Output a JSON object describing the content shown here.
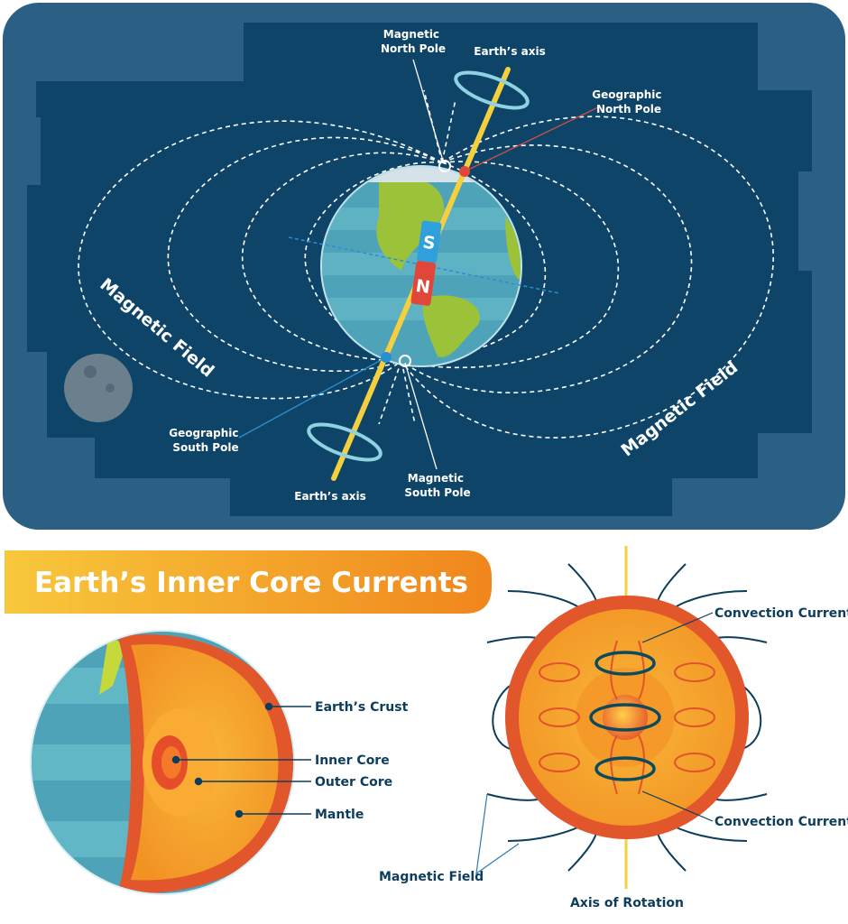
{
  "top_diagram": {
    "labels": {
      "magnetic_north_pole": [
        "Magnetic",
        "North Pole"
      ],
      "earths_axis_top": "Earth’s axis",
      "geographic_north_pole": [
        "Geographic",
        "North Pole"
      ],
      "magnetic_field_left": "Magnetic Field",
      "magnetic_field_right": "Magnetic Field",
      "geographic_south_pole": [
        "Geographic",
        "South Pole"
      ],
      "earths_axis_bottom": "Earth’s axis",
      "magnetic_south_pole": [
        "Magnetic",
        "South Pole"
      ]
    },
    "magnet": {
      "south": "S",
      "north": "N",
      "south_color": "#2fa0dc",
      "north_color": "#e0463a"
    },
    "colors": {
      "background": "#0e4468",
      "outer": "#2b5f84",
      "land": "#9cc23a",
      "ocean": "#4fa3b8",
      "axis": "#f5cf3d"
    }
  },
  "bottom": {
    "banner_title": "Earth’s Inner Core Currents",
    "cutaway_labels": {
      "crust": "Earth’s Crust",
      "inner_core": "Inner Core",
      "outer_core": "Outer Core",
      "mantle": "Mantle"
    },
    "core_labels": {
      "convection_top": "Convection Currents",
      "convection_bottom": "Convection Currents",
      "magnetic_field": "Magnetic Field",
      "axis": "Axis of Rotation"
    },
    "colors": {
      "banner_start": "#f7c63a",
      "banner_end": "#f08a1e",
      "crust": "#e2562c",
      "mantle": "#f7a52a",
      "label": "#0d3d5c"
    }
  }
}
